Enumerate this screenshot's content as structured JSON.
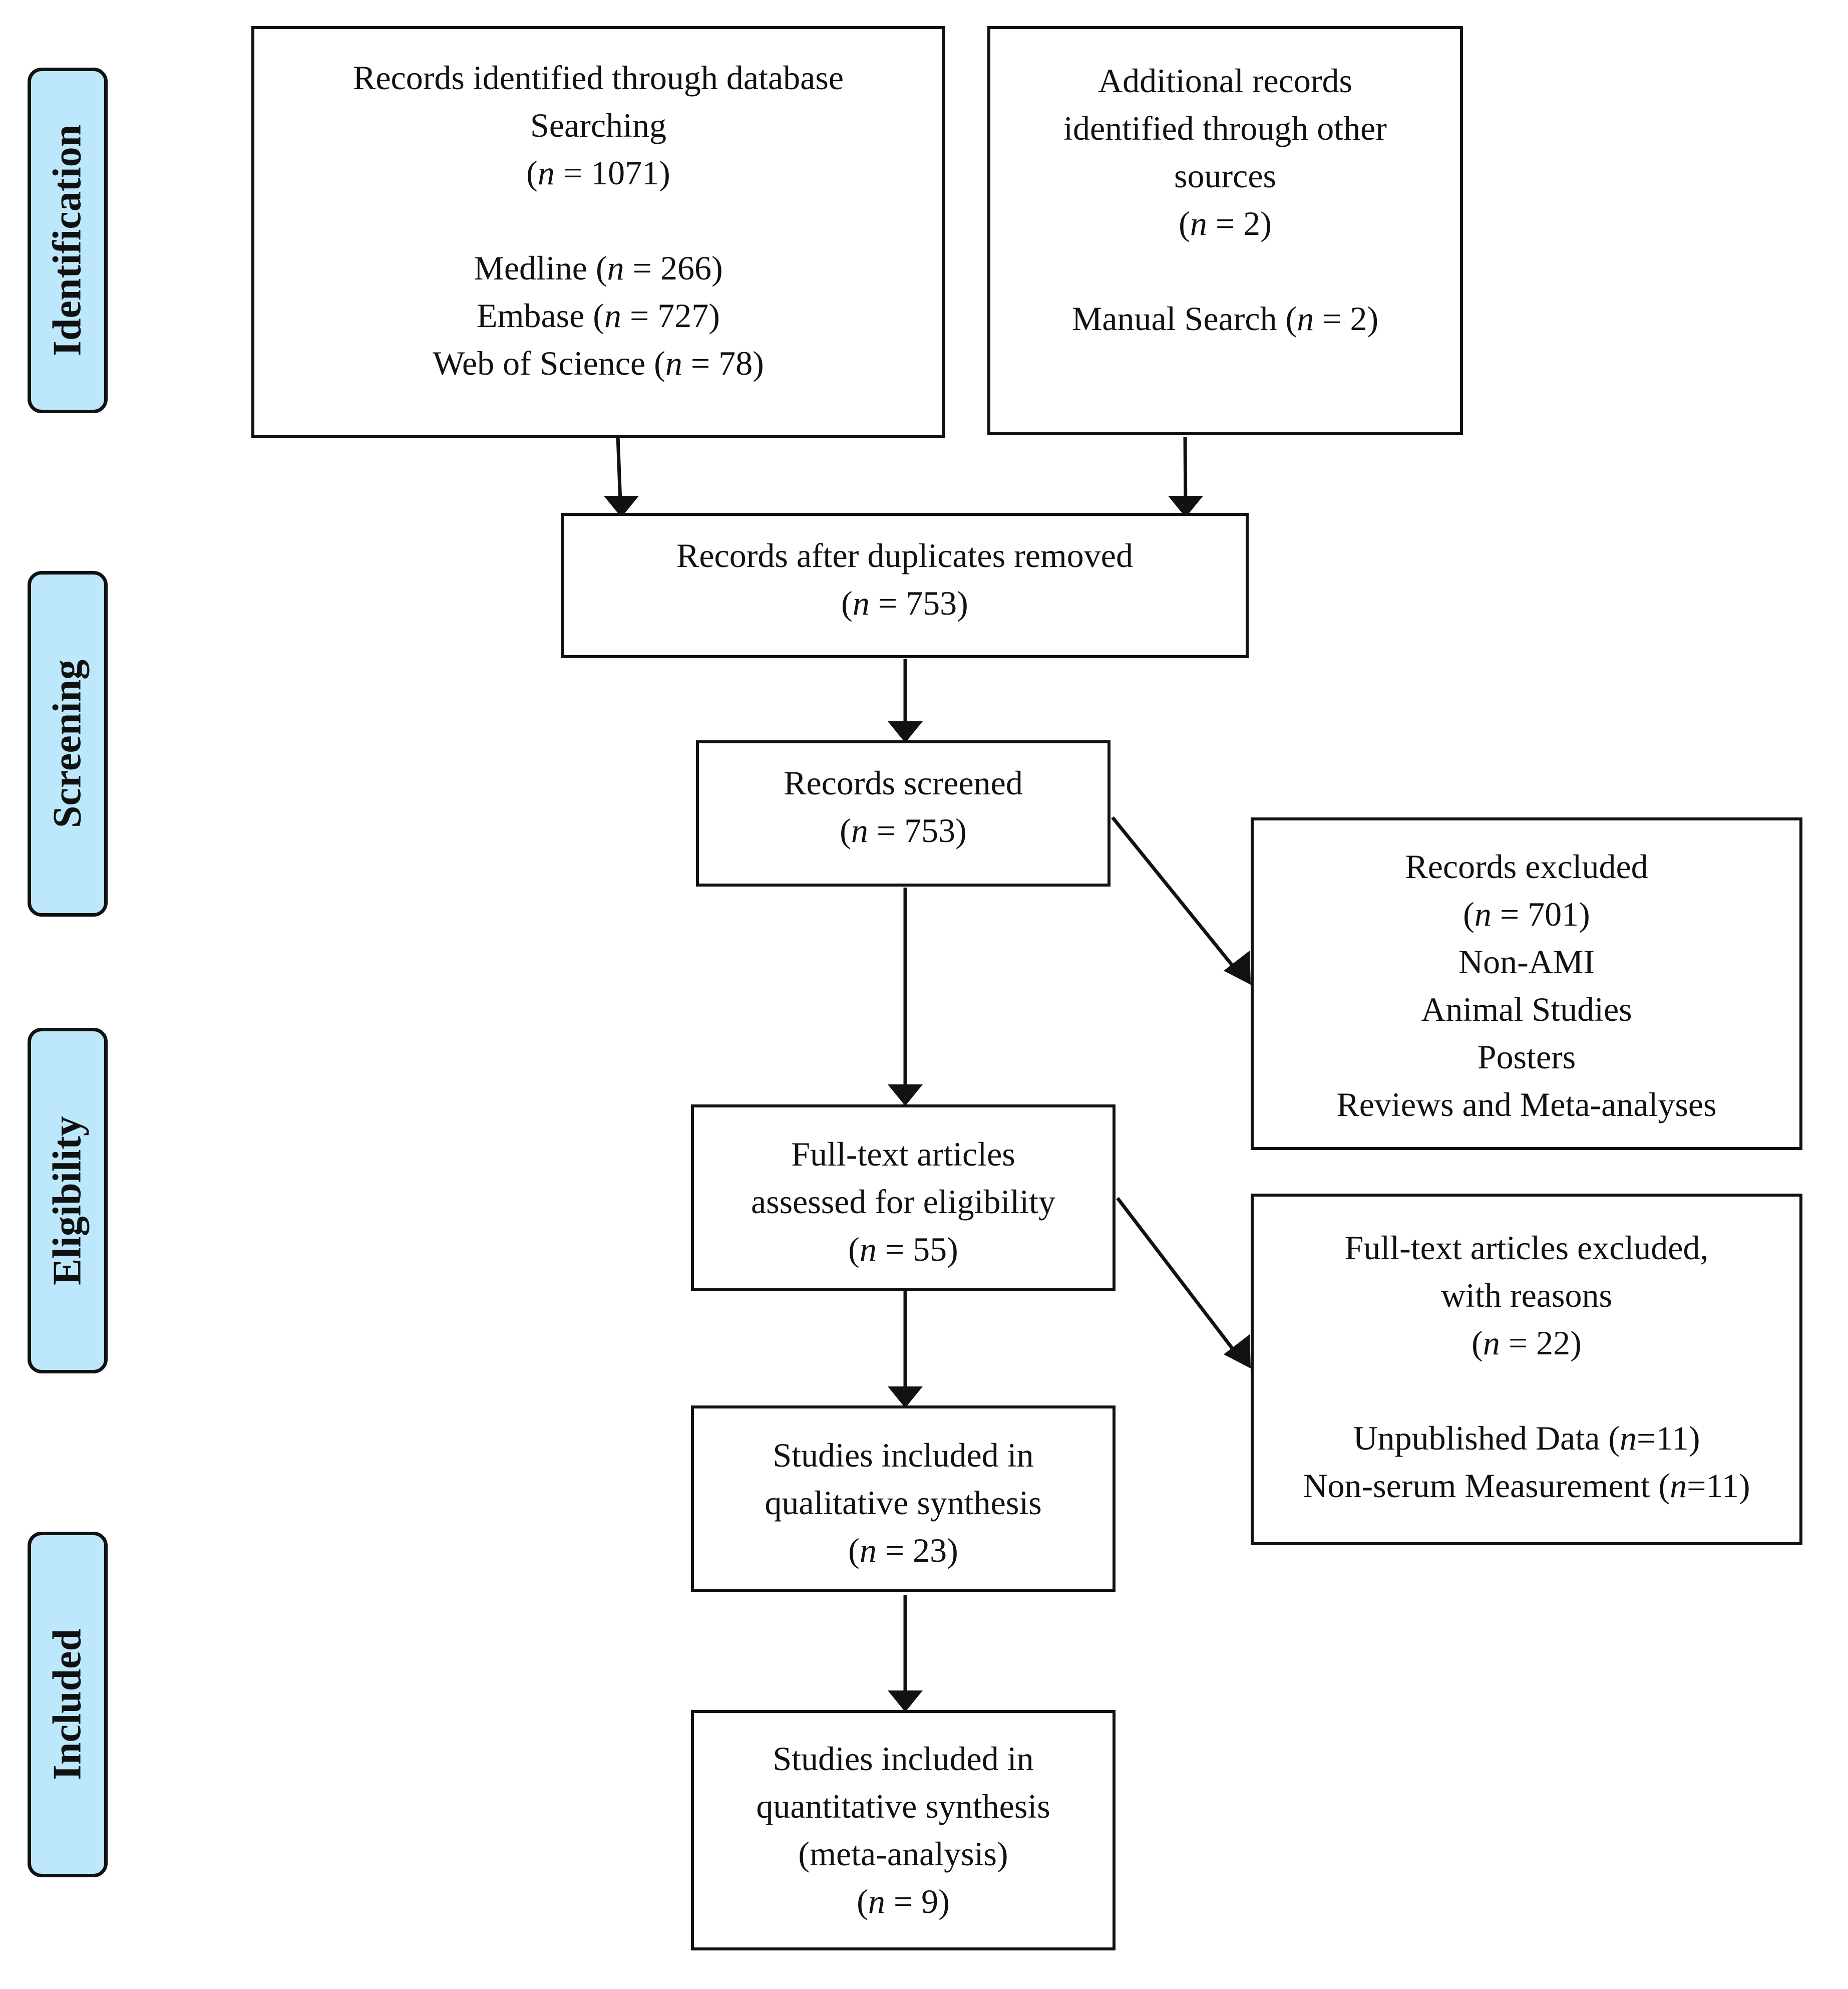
{
  "stages": {
    "identification": "Identification",
    "screening": "Screening",
    "eligibility": "Eligibility",
    "included": "Included"
  },
  "boxes": {
    "database": {
      "line1": "Records identified through database",
      "line2": "Searching",
      "total": {
        "pre": "(",
        "n": "n",
        "post": " = 1071)"
      },
      "medline": {
        "pre": "Medline (",
        "n": "n",
        "post": " = 266)"
      },
      "embase": {
        "pre": "Embase (",
        "n": "n",
        "post": " = 727)"
      },
      "wos": {
        "pre": "Web of Science (",
        "n": "n",
        "post": " = 78)"
      }
    },
    "other_sources": {
      "line1": "Additional records",
      "line2": "identified through other",
      "line3": "sources",
      "total": {
        "pre": "(",
        "n": "n",
        "post": " = 2)"
      },
      "manual": {
        "pre": "Manual Search (",
        "n": "n",
        "post": " = 2)"
      }
    },
    "duplicates_removed": {
      "line1": "Records after duplicates removed",
      "total": {
        "pre": "(",
        "n": "n",
        "post": " = 753)"
      }
    },
    "screened": {
      "line1": "Records screened",
      "total": {
        "pre": "(",
        "n": "n",
        "post": " = 753)"
      }
    },
    "excluded": {
      "line1": "Records excluded",
      "total": {
        "pre": "(",
        "n": "n",
        "post": " = 701)"
      },
      "reasons": [
        "Non-AMI",
        "Animal Studies",
        "Posters",
        "Reviews and Meta-analyses"
      ]
    },
    "fulltext_assessed": {
      "line1": "Full-text articles",
      "line2": "assessed for eligibility",
      "total": {
        "pre": "(",
        "n": "n",
        "post": " = 55)"
      }
    },
    "fulltext_excluded": {
      "line1": "Full-text articles excluded,",
      "line2": "with reasons",
      "total": {
        "pre": "(",
        "n": "n",
        "post": " = 22)"
      },
      "unpublished": {
        "pre": "Unpublished Data (",
        "n": "n",
        "post": "=11)"
      },
      "nonserum": {
        "pre": "Non-serum Measurement (",
        "n": "n",
        "post": "=11)"
      }
    },
    "qualitative": {
      "line1": "Studies included in",
      "line2": "qualitative synthesis",
      "total": {
        "pre": "(",
        "n": "n",
        "post": " = 23)"
      }
    },
    "quantitative": {
      "line1": "Studies included in",
      "line2": "quantitative synthesis",
      "line3": "(meta-analysis)",
      "total": {
        "pre": "(",
        "n": "n",
        "post": " = 9)"
      }
    }
  }
}
